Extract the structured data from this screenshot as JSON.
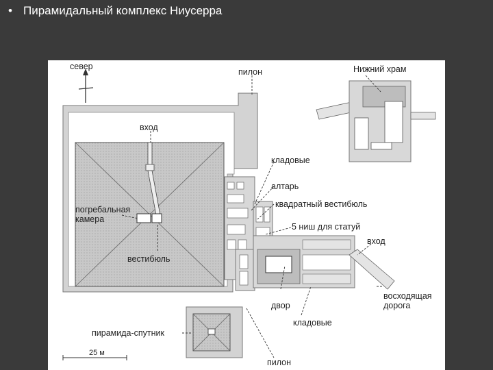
{
  "slide": {
    "bullet": "•",
    "title": "Пирамидальный комплекс Ниусерра"
  },
  "labels": {
    "north": "север",
    "pylon_top": "пилон",
    "lower_temple": "Нижний храм",
    "entrance_pyramid": "вход",
    "storerooms_1": "кладовые",
    "altar": "алтарь",
    "square_vestibule": "квадратный вестибюль",
    "niches": "5 ниш для статуй",
    "burial_chamber_1": "погребальная",
    "burial_chamber_2": "камера",
    "entrance_temple": "вход",
    "vestibule": "вестибюль",
    "courtyard": "двор",
    "causeway_1": "восходящая",
    "causeway_2": "дорога",
    "storerooms_2": "кладовые",
    "satellite_pyramid": "пирамида-спутник",
    "scale": "25 м",
    "pylon_bottom": "пилон"
  }
}
